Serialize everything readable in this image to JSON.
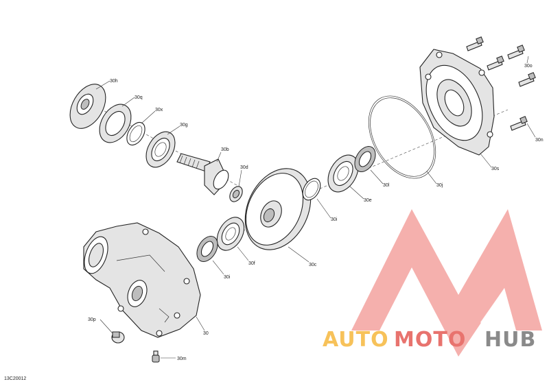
{
  "diagram_id": "13C20012",
  "labels": {
    "l30h": "30h",
    "l30q": "30q",
    "l30x": "30x",
    "l30g": "30g",
    "l30b": "30b",
    "l30d": "30d",
    "l30i_top": "30i",
    "l30e": "30e",
    "l30l": "30l",
    "l30j": "30j",
    "l30s": "30s",
    "l30n": "30n",
    "l30o": "30o",
    "l30c": "30c",
    "l30f": "30f",
    "l30i_bottom": "30i",
    "l30": "30",
    "l30p": "30p",
    "l30m": "30m"
  },
  "watermark": {
    "part1": "AUTO",
    "part2": "MOTO",
    "part3": "HUB",
    "colors": {
      "logo": "#f08d8a",
      "text1": "#f7c25a",
      "text2": "#e8736e",
      "text3": "#8a8a8a"
    }
  }
}
